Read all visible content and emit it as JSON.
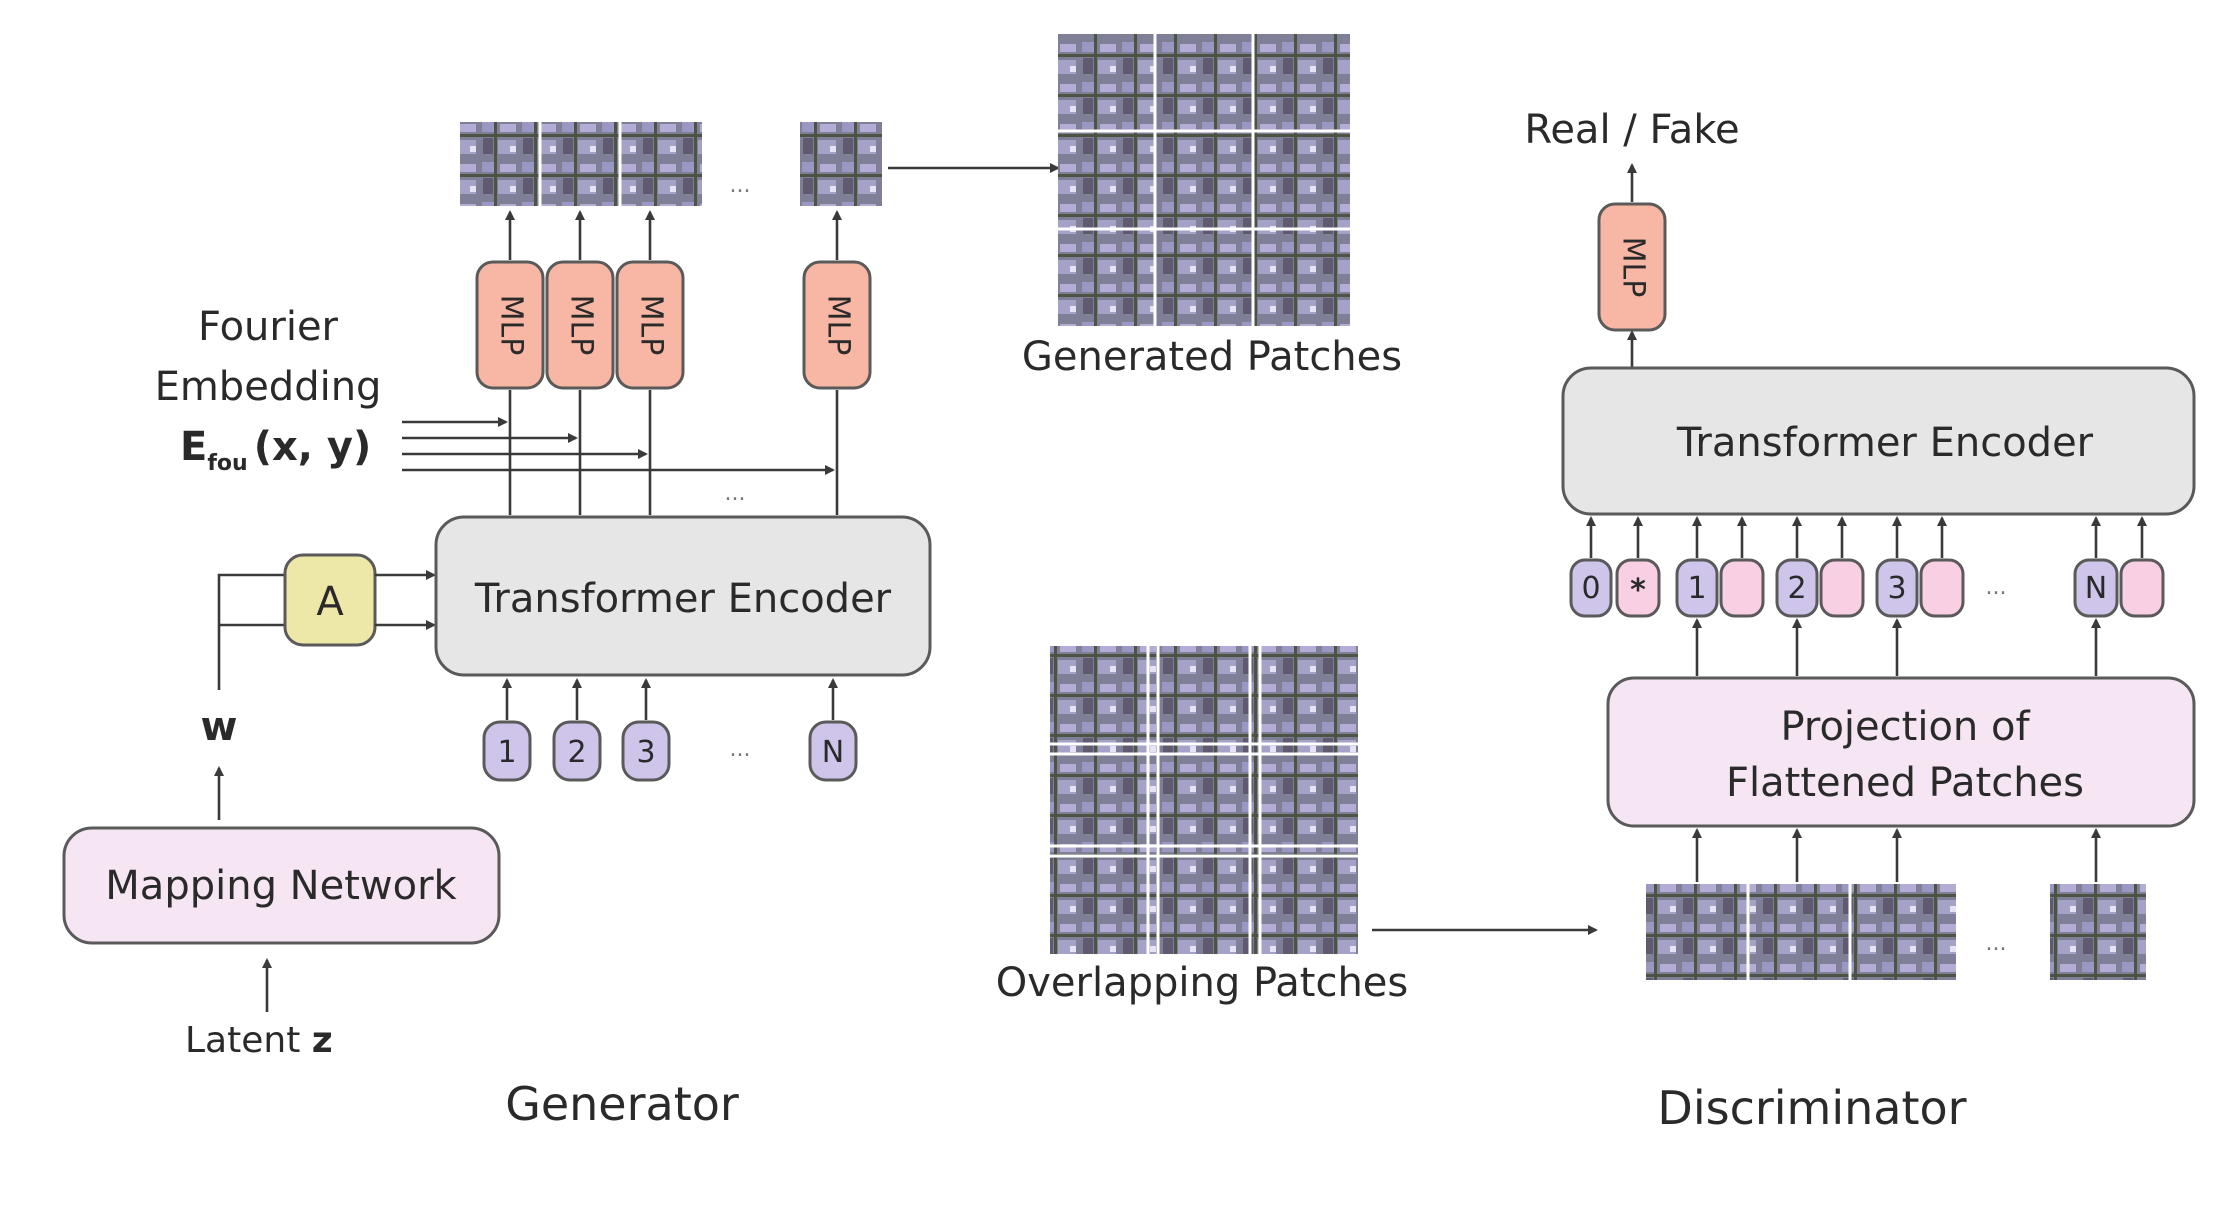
{
  "generator": {
    "caption": "Generator",
    "latent_label": "Latent",
    "latent_var": "z",
    "mapping_label": "Mapping  Network",
    "w_label": "w",
    "a_label": "A",
    "encoder_label": "Transformer Encoder",
    "fourier_line1": "Fourier",
    "fourier_line2": "Embedding",
    "fourier_E": "E",
    "fourier_sub": "fou",
    "fourier_xy": "(x, y)",
    "mlp_label": "MLP",
    "tokens": [
      "1",
      "2",
      "3",
      "N"
    ],
    "ellipsis": "..."
  },
  "patches": {
    "generated_label": "Generated Patches",
    "overlapping_label": "Overlapping Patches"
  },
  "discriminator": {
    "caption": "Discriminator",
    "output_label": "Real / Fake",
    "mlp_label": "MLP",
    "encoder_label": "Transformer Encoder",
    "projection_line1": "Projection of",
    "projection_line2": "Flattened Patches",
    "tokens": [
      "0",
      "*",
      "1",
      "2",
      "3",
      "N"
    ],
    "ellipsis": "..."
  },
  "colors": {
    "mlp": "#f7b7a4",
    "token_purple": "#cfc5ea",
    "token_pink": "#f8cfe3",
    "encoder": "#e6e6e6",
    "mapping": "#f6e6f3",
    "adapter": "#ede7a8"
  }
}
